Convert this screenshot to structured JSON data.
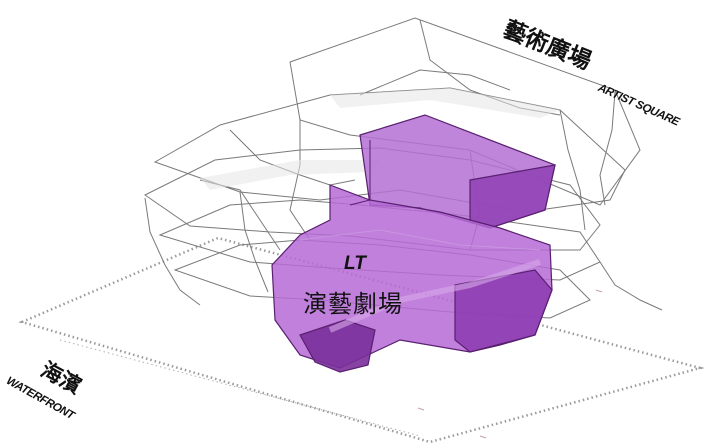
{
  "labels": {
    "artist_square_zh": "藝術廣場",
    "artist_square_en": "ARTIST SQUARE",
    "waterfront_zh": "海濱",
    "waterfront_en": "WATERFRONT",
    "venue_code": "LT",
    "venue_name_zh": "演藝劇場"
  },
  "colors": {
    "volume_fill": "#a84fc8",
    "volume_dark": "#7a2f9a",
    "outline": "#777777",
    "site_boundary": "#999999",
    "text": "#111111"
  }
}
